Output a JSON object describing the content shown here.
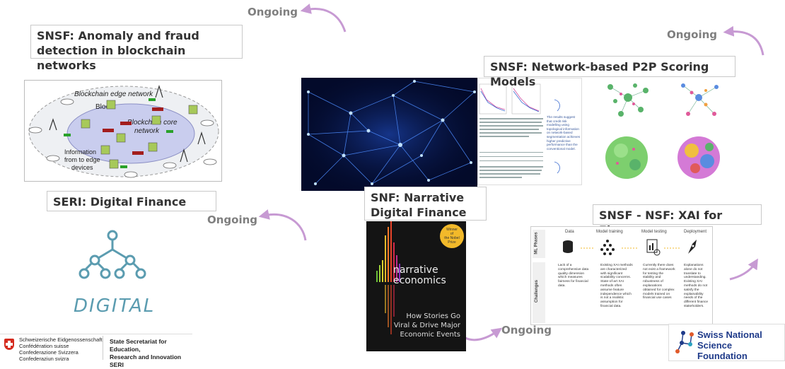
{
  "ongoing_labels": [
    "Ongoing",
    "Ongoing",
    "Ongoing",
    "Ongoing"
  ],
  "anomaly": {
    "title_line1": "SNSF: Anomaly and fraud",
    "title_line2": "detection in blockchain networks",
    "diagram": {
      "edge_network": "Blockchain edge network",
      "block": "Block",
      "core_line1": "Blockchain core",
      "core_line2": "network",
      "info_line1": "Information",
      "info_line2": "from to edge",
      "info_line3": "devices"
    }
  },
  "p2p": {
    "title": "SNSF: Network-based P2P Scoring Models",
    "note": "The results suggest that credit risk modelling using topological information on network-based segmentation achieves higher predictive performance than the conventional model."
  },
  "seri": {
    "title": "SERI: Digital Finance",
    "digital_label": "DIGITAL"
  },
  "snf_narrative": {
    "title_line1": "SNF: Narrative",
    "title_line2": "Digital Finance"
  },
  "book": {
    "badge_line1": "Winner",
    "badge_line2": "of",
    "badge_line3": "the Nobel",
    "badge_line4": "Prize",
    "title_line1": "narrative",
    "title_line2": "economics",
    "sub_line1": "How Stories Go",
    "sub_line2": "Viral & Drive Major",
    "sub_line3": "Economic Events"
  },
  "xai": {
    "title": "SNSF - NSF: XAI for Finance",
    "row_labels": [
      "ML Phases",
      "Challenges"
    ],
    "phases": [
      "Data",
      "Model training",
      "Model testing",
      "Deployment"
    ],
    "challenges": [
      "Lack of a comprehensive data quality dimension which measures fairness for financial data.",
      "Existing XAI methods are characterized with significant scalability concerns. State-of-art XAI methods often assume feature independence which is not a realistic assumption for financial data.",
      "Currently there does not exist a framework for testing the stability and robustness of explanations obtained for complex models trained on financial use cases",
      "Explanations alone do not translate to understanding. Existing XAI methods do not satisfy the explainability needs of the different finance stakeholders."
    ]
  },
  "swiss_logo": {
    "line1": "Schweizerische Eidgenossenschaft",
    "line2": "Confédération suisse",
    "line3": "Confederazione Svizzera",
    "line4": "Confederaziun svizra",
    "seri_line1": "State Secretariat for Education,",
    "seri_line2": "Research and Innovation SERI"
  },
  "snsf_logo": {
    "line1": "Swiss National",
    "line2": "Science Foundation"
  },
  "colors": {
    "arrow": "#c79ad3",
    "digital": "#5b9cb0",
    "network_bg": "#030a2a"
  }
}
